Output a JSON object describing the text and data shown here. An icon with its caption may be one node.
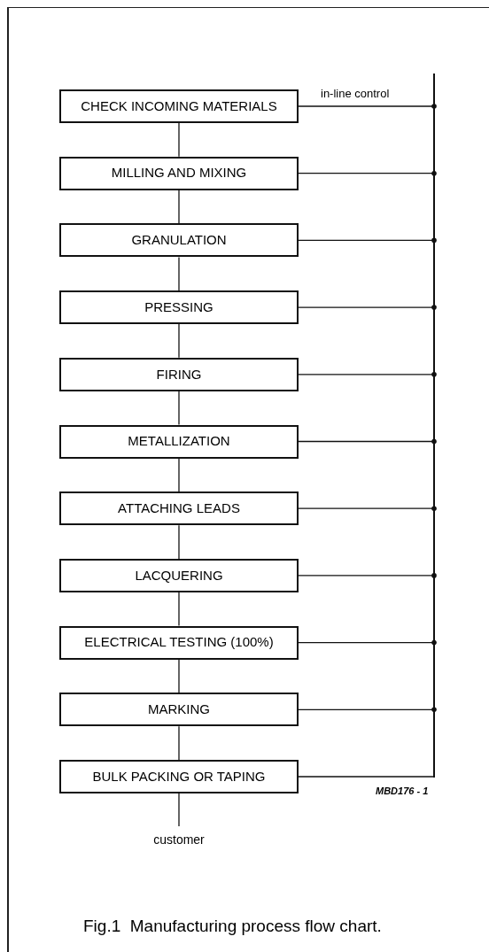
{
  "diagram": {
    "caption": "Fig.1  Manufacturing process flow chart.",
    "nodes": [
      {
        "text": [
          "CHECK INCOMING MATERIALS"
        ]
      },
      {
        "text": [
          "MILLING AND MIXING"
        ]
      },
      {
        "text": [
          "GRANULATION"
        ]
      },
      {
        "text": [
          "PRESSING"
        ]
      },
      {
        "text": [
          "FIRING"
        ]
      },
      {
        "text": [
          "METALLIZATION"
        ]
      },
      {
        "text": [
          "ATTACHING LEADS"
        ]
      },
      {
        "text": [
          "LACQUERING"
        ]
      },
      {
        "text": [
          "ELECTRICAL TESTING (100%)"
        ]
      },
      {
        "text": [
          "MARKING"
        ]
      },
      {
        "text": [
          "BULK PACKING OR TAPING"
        ]
      },
      {
        "text": [
          "customer"
        ]
      },
      {
        "text": [],
        "shape": "bar"
      }
    ],
    "edges": [
      {
        "from": 0,
        "to": 1,
        "arrow": "none"
      },
      {
        "from": 1,
        "to": 2,
        "arrow": "none"
      },
      {
        "from": 2,
        "to": 3,
        "arrow": "none"
      },
      {
        "from": 3,
        "to": 4,
        "arrow": "none"
      },
      {
        "from": 4,
        "to": 5,
        "arrow": "none"
      },
      {
        "from": 5,
        "to": 6,
        "arrow": "none"
      },
      {
        "from": 6,
        "to": 7,
        "arrow": "none"
      },
      {
        "from": 7,
        "to": 8,
        "arrow": "none"
      },
      {
        "from": 8,
        "to": 9,
        "arrow": "none"
      },
      {
        "from": 9,
        "to": 10,
        "arrow": "none"
      },
      {
        "from": 10,
        "to": 11,
        "arrow": "none"
      },
      {
        "from": 0,
        "to": 12,
        "arrow": "other"
      },
      {
        "from": 1,
        "to": 12,
        "arrow": "other"
      },
      {
        "from": 2,
        "to": 12,
        "arrow": "other"
      },
      {
        "from": 3,
        "to": 12,
        "arrow": "other"
      },
      {
        "from": 4,
        "to": 12,
        "arrow": "other"
      },
      {
        "from": 5,
        "to": 12,
        "arrow": "other"
      },
      {
        "from": 6,
        "to": 12,
        "arrow": "other"
      },
      {
        "from": 7,
        "to": 12,
        "arrow": "other"
      },
      {
        "from": 8,
        "to": 12,
        "arrow": "other"
      },
      {
        "from": 9,
        "to": 12,
        "arrow": "other"
      },
      {
        "from": 10,
        "to": 12,
        "arrow": "none"
      }
    ],
    "labels": [
      "in-line control",
      "MBD176 - 1"
    ]
  }
}
